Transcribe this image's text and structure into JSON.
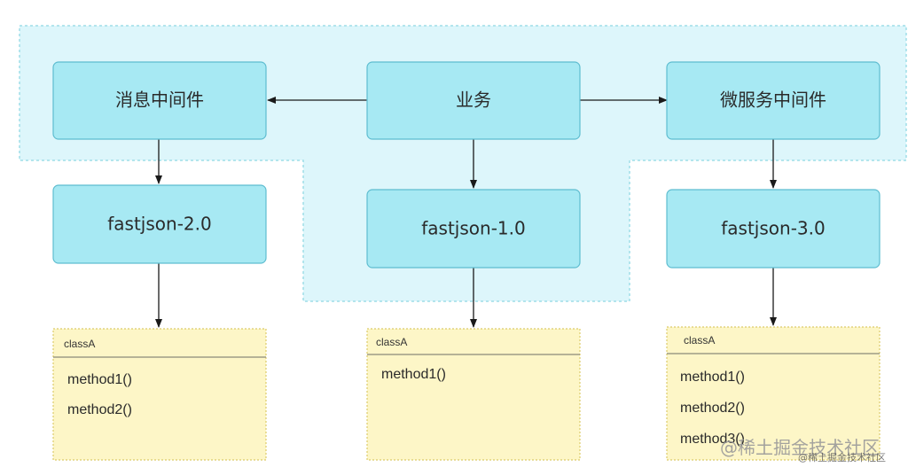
{
  "nodes": {
    "mq_middleware": "消息中间件",
    "business": "业务",
    "microservice_middleware": "微服务中间件",
    "fastjson_2": "fastjson-2.0",
    "fastjson_1": "fastjson-1.0",
    "fastjson_3": "fastjson-3.0"
  },
  "classes": {
    "left": {
      "name": "classA",
      "methods": [
        "method1()",
        "method2()"
      ]
    },
    "middle": {
      "name": "classA",
      "methods": [
        "method1()"
      ]
    },
    "right": {
      "name": "classA",
      "methods": [
        "method1()",
        "method2()",
        "method3()"
      ]
    }
  },
  "edges": [
    {
      "from": "business",
      "to": "mq_middleware"
    },
    {
      "from": "business",
      "to": "microservice_middleware"
    },
    {
      "from": "mq_middleware",
      "to": "fastjson_2"
    },
    {
      "from": "business",
      "to": "fastjson_1"
    },
    {
      "from": "microservice_middleware",
      "to": "fastjson_3"
    },
    {
      "from": "fastjson_2",
      "to": "classes.left"
    },
    {
      "from": "fastjson_1",
      "to": "classes.middle"
    },
    {
      "from": "fastjson_3",
      "to": "classes.right"
    }
  ],
  "watermark": {
    "main": "@稀土掘金技术社区",
    "small": "@稀土掘金技术社区"
  },
  "colors": {
    "region_fill": "#ddf6fb",
    "node_fill": "#a7e9f3",
    "class_fill": "#fdf6c7"
  }
}
